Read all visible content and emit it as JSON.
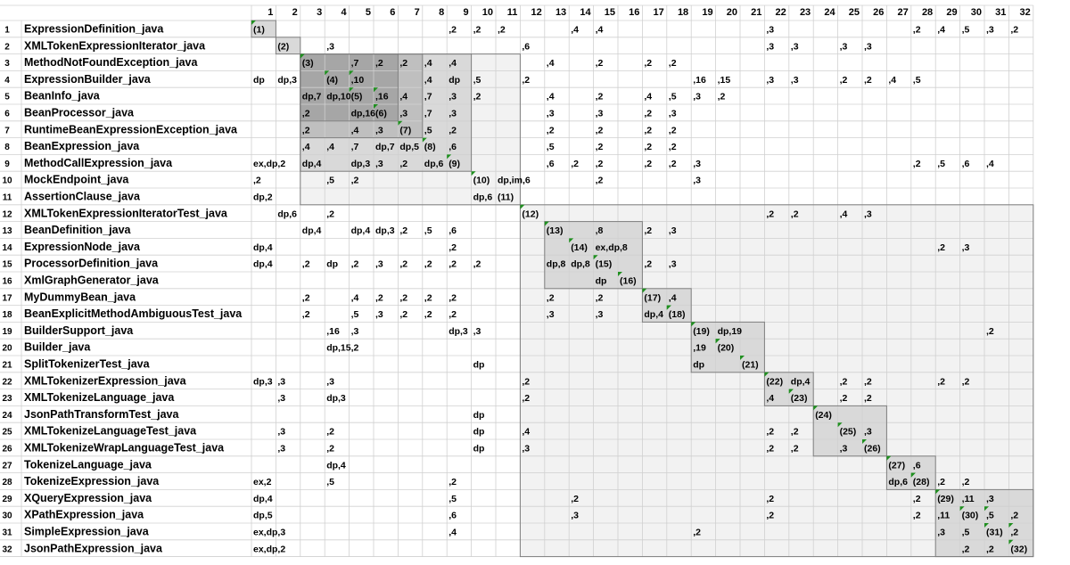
{
  "title": "",
  "columns": [
    "1",
    "2",
    "3",
    "4",
    "5",
    "6",
    "7",
    "8",
    "9",
    "10",
    "11",
    "12",
    "13",
    "14",
    "15",
    "16",
    "17",
    "18",
    "19",
    "20",
    "21",
    "22",
    "23",
    "24",
    "25",
    "26",
    "27",
    "28",
    "29",
    "30",
    "31",
    "32"
  ],
  "rows": [
    {
      "num": "1",
      "name": "ExpressionDefinition_java"
    },
    {
      "num": "2",
      "name": "XMLTokenExpressionIterator_java"
    },
    {
      "num": "3",
      "name": "MethodNotFoundException_java"
    },
    {
      "num": "4",
      "name": "ExpressionBuilder_java"
    },
    {
      "num": "5",
      "name": "BeanInfo_java"
    },
    {
      "num": "6",
      "name": "BeanProcessor_java"
    },
    {
      "num": "7",
      "name": "RuntimeBeanExpressionException_java"
    },
    {
      "num": "8",
      "name": "BeanExpression_java"
    },
    {
      "num": "9",
      "name": "MethodCallExpression_java"
    },
    {
      "num": "10",
      "name": "MockEndpoint_java"
    },
    {
      "num": "11",
      "name": "AssertionClause_java"
    },
    {
      "num": "12",
      "name": "XMLTokenExpressionIteratorTest_java"
    },
    {
      "num": "13",
      "name": "BeanDefinition_java"
    },
    {
      "num": "14",
      "name": "ExpressionNode_java"
    },
    {
      "num": "15",
      "name": "ProcessorDefinition_java"
    },
    {
      "num": "16",
      "name": "XmlGraphGenerator_java"
    },
    {
      "num": "17",
      "name": "MyDummyBean_java"
    },
    {
      "num": "18",
      "name": "BeanExplicitMethodAmbiguousTest_java"
    },
    {
      "num": "19",
      "name": "BuilderSupport_java"
    },
    {
      "num": "20",
      "name": "Builder_java"
    },
    {
      "num": "21",
      "name": "SplitTokenizerTest_java"
    },
    {
      "num": "22",
      "name": "XMLTokenizerExpression_java"
    },
    {
      "num": "23",
      "name": "XMLTokenizeLanguage_java"
    },
    {
      "num": "24",
      "name": "JsonPathTransformTest_java"
    },
    {
      "num": "25",
      "name": "XMLTokenizeLanguageTest_java"
    },
    {
      "num": "26",
      "name": "XMLTokenizeWrapLanguageTest_java"
    },
    {
      "num": "27",
      "name": "TokenizeLanguage_java"
    },
    {
      "num": "28",
      "name": "TokenizeExpression_java"
    },
    {
      "num": "29",
      "name": "XQueryExpression_java"
    },
    {
      "num": "30",
      "name": "XPathExpression_java"
    },
    {
      "num": "31",
      "name": "SimpleExpression_java"
    },
    {
      "num": "32",
      "name": "JsonPathExpression_java"
    }
  ],
  "cells": [
    [
      1,
      1,
      "(1)"
    ],
    [
      1,
      9,
      ",2"
    ],
    [
      1,
      10,
      ",2"
    ],
    [
      1,
      11,
      ",2"
    ],
    [
      1,
      14,
      ",4"
    ],
    [
      1,
      15,
      ",4"
    ],
    [
      1,
      22,
      ",3"
    ],
    [
      1,
      28,
      ",2"
    ],
    [
      1,
      29,
      ",4"
    ],
    [
      1,
      30,
      ",5"
    ],
    [
      1,
      31,
      ",3"
    ],
    [
      1,
      32,
      ",2"
    ],
    [
      2,
      2,
      "(2)"
    ],
    [
      2,
      4,
      ",3"
    ],
    [
      2,
      12,
      ",6"
    ],
    [
      2,
      22,
      ",3"
    ],
    [
      2,
      23,
      ",3"
    ],
    [
      2,
      25,
      ",3"
    ],
    [
      2,
      26,
      ",3"
    ],
    [
      3,
      3,
      "(3)"
    ],
    [
      3,
      5,
      ",7"
    ],
    [
      3,
      6,
      ",2"
    ],
    [
      3,
      7,
      ",2"
    ],
    [
      3,
      8,
      ",4"
    ],
    [
      3,
      9,
      ",4"
    ],
    [
      3,
      13,
      ",4"
    ],
    [
      3,
      15,
      ",2"
    ],
    [
      3,
      17,
      ",2"
    ],
    [
      3,
      18,
      ",2"
    ],
    [
      4,
      1,
      "dp"
    ],
    [
      4,
      2,
      "dp,3"
    ],
    [
      4,
      4,
      "(4)"
    ],
    [
      4,
      5,
      ",10"
    ],
    [
      4,
      8,
      ",4"
    ],
    [
      4,
      9,
      "dp"
    ],
    [
      4,
      10,
      ",5"
    ],
    [
      4,
      12,
      ",2"
    ],
    [
      4,
      19,
      ",16"
    ],
    [
      4,
      20,
      ",15"
    ],
    [
      4,
      22,
      ",3"
    ],
    [
      4,
      23,
      ",3"
    ],
    [
      4,
      25,
      ",2"
    ],
    [
      4,
      26,
      ",2"
    ],
    [
      4,
      27,
      ",4"
    ],
    [
      4,
      28,
      ",5"
    ],
    [
      5,
      3,
      "dp,7"
    ],
    [
      5,
      4,
      "dp,10"
    ],
    [
      5,
      5,
      "(5)"
    ],
    [
      5,
      6,
      ",16"
    ],
    [
      5,
      7,
      ",4"
    ],
    [
      5,
      8,
      ",7"
    ],
    [
      5,
      9,
      ",3"
    ],
    [
      5,
      10,
      ",2"
    ],
    [
      5,
      13,
      ",4"
    ],
    [
      5,
      15,
      ",2"
    ],
    [
      5,
      17,
      ",4"
    ],
    [
      5,
      18,
      ",5"
    ],
    [
      5,
      19,
      ",3"
    ],
    [
      5,
      20,
      ",2"
    ],
    [
      6,
      3,
      ",2"
    ],
    [
      6,
      5,
      "dp,16"
    ],
    [
      6,
      6,
      "(6)"
    ],
    [
      6,
      7,
      ",3"
    ],
    [
      6,
      8,
      ",7"
    ],
    [
      6,
      9,
      ",3"
    ],
    [
      6,
      13,
      ",3"
    ],
    [
      6,
      15,
      ",3"
    ],
    [
      6,
      17,
      ",2"
    ],
    [
      6,
      18,
      ",3"
    ],
    [
      7,
      3,
      ",2"
    ],
    [
      7,
      5,
      ",4"
    ],
    [
      7,
      6,
      ",3"
    ],
    [
      7,
      7,
      "(7)"
    ],
    [
      7,
      8,
      ",5"
    ],
    [
      7,
      9,
      ",2"
    ],
    [
      7,
      13,
      ",2"
    ],
    [
      7,
      15,
      ",2"
    ],
    [
      7,
      17,
      ",2"
    ],
    [
      7,
      18,
      ",2"
    ],
    [
      8,
      3,
      ",4"
    ],
    [
      8,
      4,
      ",4"
    ],
    [
      8,
      5,
      ",7"
    ],
    [
      8,
      6,
      "dp,7"
    ],
    [
      8,
      7,
      "dp,5"
    ],
    [
      8,
      8,
      "(8)"
    ],
    [
      8,
      9,
      ",6"
    ],
    [
      8,
      13,
      ",5"
    ],
    [
      8,
      15,
      ",2"
    ],
    [
      8,
      17,
      ",2"
    ],
    [
      8,
      18,
      ",2"
    ],
    [
      9,
      1,
      "ex,dp,2"
    ],
    [
      9,
      3,
      "dp,4"
    ],
    [
      9,
      5,
      "dp,3"
    ],
    [
      9,
      6,
      ",3"
    ],
    [
      9,
      7,
      ",2"
    ],
    [
      9,
      8,
      "dp,6"
    ],
    [
      9,
      9,
      "(9)"
    ],
    [
      9,
      13,
      ",6"
    ],
    [
      9,
      14,
      ",2"
    ],
    [
      9,
      15,
      ",2"
    ],
    [
      9,
      17,
      ",2"
    ],
    [
      9,
      18,
      ",2"
    ],
    [
      9,
      19,
      ",3"
    ],
    [
      9,
      28,
      ",2"
    ],
    [
      9,
      29,
      ",5"
    ],
    [
      9,
      30,
      ",6"
    ],
    [
      9,
      31,
      ",4"
    ],
    [
      10,
      1,
      ",2"
    ],
    [
      10,
      4,
      ",5"
    ],
    [
      10,
      5,
      ",2"
    ],
    [
      10,
      10,
      "(10)"
    ],
    [
      10,
      11,
      "dp,im,6"
    ],
    [
      10,
      15,
      ",2"
    ],
    [
      10,
      19,
      ",3"
    ],
    [
      11,
      1,
      "dp,2"
    ],
    [
      11,
      10,
      "dp,6"
    ],
    [
      11,
      11,
      "(11)"
    ],
    [
      12,
      2,
      "dp,6"
    ],
    [
      12,
      4,
      ",2"
    ],
    [
      12,
      12,
      "(12)"
    ],
    [
      12,
      22,
      ",2"
    ],
    [
      12,
      23,
      ",2"
    ],
    [
      12,
      25,
      ",4"
    ],
    [
      12,
      26,
      ",3"
    ],
    [
      13,
      3,
      "dp,4"
    ],
    [
      13,
      5,
      "dp,4"
    ],
    [
      13,
      6,
      "dp,3"
    ],
    [
      13,
      7,
      ",2"
    ],
    [
      13,
      8,
      ",5"
    ],
    [
      13,
      9,
      ",6"
    ],
    [
      13,
      13,
      "(13)"
    ],
    [
      13,
      15,
      ",8"
    ],
    [
      13,
      17,
      ",2"
    ],
    [
      13,
      18,
      ",3"
    ],
    [
      14,
      1,
      "dp,4"
    ],
    [
      14,
      9,
      ",2"
    ],
    [
      14,
      14,
      "(14)"
    ],
    [
      14,
      15,
      "ex,dp,8"
    ],
    [
      14,
      29,
      ",2"
    ],
    [
      14,
      30,
      ",3"
    ],
    [
      15,
      1,
      "dp,4"
    ],
    [
      15,
      3,
      ",2"
    ],
    [
      15,
      4,
      "dp"
    ],
    [
      15,
      5,
      ",2"
    ],
    [
      15,
      6,
      ",3"
    ],
    [
      15,
      7,
      ",2"
    ],
    [
      15,
      8,
      ",2"
    ],
    [
      15,
      9,
      ",2"
    ],
    [
      15,
      10,
      ",2"
    ],
    [
      15,
      13,
      "dp,8"
    ],
    [
      15,
      14,
      "dp,8"
    ],
    [
      15,
      15,
      "(15)"
    ],
    [
      15,
      17,
      ",2"
    ],
    [
      15,
      18,
      ",3"
    ],
    [
      16,
      15,
      "dp"
    ],
    [
      16,
      16,
      "(16)"
    ],
    [
      17,
      3,
      ",2"
    ],
    [
      17,
      5,
      ",4"
    ],
    [
      17,
      6,
      ",2"
    ],
    [
      17,
      7,
      ",2"
    ],
    [
      17,
      8,
      ",2"
    ],
    [
      17,
      9,
      ",2"
    ],
    [
      17,
      13,
      ",2"
    ],
    [
      17,
      15,
      ",2"
    ],
    [
      17,
      17,
      "(17)"
    ],
    [
      17,
      18,
      ",4"
    ],
    [
      18,
      3,
      ",2"
    ],
    [
      18,
      5,
      ",5"
    ],
    [
      18,
      6,
      ",3"
    ],
    [
      18,
      7,
      ",2"
    ],
    [
      18,
      8,
      ",2"
    ],
    [
      18,
      9,
      ",2"
    ],
    [
      18,
      13,
      ",3"
    ],
    [
      18,
      15,
      ",3"
    ],
    [
      18,
      17,
      "dp,4"
    ],
    [
      18,
      18,
      "(18)"
    ],
    [
      19,
      4,
      ",16"
    ],
    [
      19,
      5,
      ",3"
    ],
    [
      19,
      9,
      "dp,3"
    ],
    [
      19,
      10,
      ",3"
    ],
    [
      19,
      19,
      "(19)"
    ],
    [
      19,
      20,
      "dp,19"
    ],
    [
      19,
      31,
      ",2"
    ],
    [
      20,
      4,
      "dp,15"
    ],
    [
      20,
      5,
      ",2"
    ],
    [
      20,
      19,
      ",19"
    ],
    [
      20,
      20,
      "(20)"
    ],
    [
      21,
      10,
      "dp"
    ],
    [
      21,
      19,
      "dp"
    ],
    [
      21,
      21,
      "(21)"
    ],
    [
      22,
      1,
      "dp,3"
    ],
    [
      22,
      2,
      ",3"
    ],
    [
      22,
      4,
      ",3"
    ],
    [
      22,
      12,
      ",2"
    ],
    [
      22,
      22,
      "(22)"
    ],
    [
      22,
      23,
      "dp,4"
    ],
    [
      22,
      25,
      ",2"
    ],
    [
      22,
      26,
      ",2"
    ],
    [
      22,
      29,
      ",2"
    ],
    [
      22,
      30,
      ",2"
    ],
    [
      23,
      2,
      ",3"
    ],
    [
      23,
      4,
      "dp,3"
    ],
    [
      23,
      12,
      ",2"
    ],
    [
      23,
      22,
      ",4"
    ],
    [
      23,
      23,
      "(23)"
    ],
    [
      23,
      25,
      ",2"
    ],
    [
      23,
      26,
      ",2"
    ],
    [
      24,
      10,
      "dp"
    ],
    [
      24,
      24,
      "(24)"
    ],
    [
      25,
      2,
      ",3"
    ],
    [
      25,
      4,
      ",2"
    ],
    [
      25,
      10,
      "dp"
    ],
    [
      25,
      12,
      ",4"
    ],
    [
      25,
      22,
      ",2"
    ],
    [
      25,
      23,
      ",2"
    ],
    [
      25,
      25,
      "(25)"
    ],
    [
      25,
      26,
      ",3"
    ],
    [
      26,
      2,
      ",3"
    ],
    [
      26,
      4,
      ",2"
    ],
    [
      26,
      10,
      "dp"
    ],
    [
      26,
      12,
      ",3"
    ],
    [
      26,
      22,
      ",2"
    ],
    [
      26,
      23,
      ",2"
    ],
    [
      26,
      25,
      ",3"
    ],
    [
      26,
      26,
      "(26)"
    ],
    [
      27,
      4,
      "dp,4"
    ],
    [
      27,
      27,
      "(27)"
    ],
    [
      27,
      28,
      ",6"
    ],
    [
      28,
      1,
      "ex,2"
    ],
    [
      28,
      4,
      ",5"
    ],
    [
      28,
      9,
      ",2"
    ],
    [
      28,
      27,
      "dp,6"
    ],
    [
      28,
      28,
      "(28)"
    ],
    [
      28,
      29,
      ",2"
    ],
    [
      28,
      30,
      ",2"
    ],
    [
      29,
      1,
      "dp,4"
    ],
    [
      29,
      9,
      ",5"
    ],
    [
      29,
      14,
      ",2"
    ],
    [
      29,
      22,
      ",2"
    ],
    [
      29,
      28,
      ",2"
    ],
    [
      29,
      29,
      "(29)"
    ],
    [
      29,
      30,
      ",11"
    ],
    [
      29,
      31,
      ",3"
    ],
    [
      30,
      1,
      "dp,5"
    ],
    [
      30,
      9,
      ",6"
    ],
    [
      30,
      14,
      ",3"
    ],
    [
      30,
      22,
      ",2"
    ],
    [
      30,
      28,
      ",2"
    ],
    [
      30,
      29,
      ",11"
    ],
    [
      30,
      30,
      "(30)"
    ],
    [
      30,
      31,
      ",5"
    ],
    [
      30,
      32,
      ",2"
    ],
    [
      31,
      1,
      "ex,dp,3"
    ],
    [
      31,
      9,
      ",4"
    ],
    [
      31,
      19,
      ",2"
    ],
    [
      31,
      29,
      ",3"
    ],
    [
      31,
      30,
      ",5"
    ],
    [
      31,
      31,
      "(31)"
    ],
    [
      31,
      32,
      ",2"
    ],
    [
      32,
      1,
      "ex,dp,2"
    ],
    [
      32,
      30,
      ",2"
    ],
    [
      32,
      31,
      ",2"
    ],
    [
      32,
      32,
      "(32)"
    ]
  ],
  "blocks": [
    {
      "from": 1,
      "to": 1,
      "fill": "#d9d9d9"
    },
    {
      "from": 2,
      "to": 2,
      "fill": "#d9d9d9"
    },
    {
      "from": 3,
      "to": 11,
      "fill": "#f2f2f2"
    },
    {
      "from": 3,
      "to": 9,
      "fill": "#d9d9d9"
    },
    {
      "from": 3,
      "to": 7,
      "fill": "#bfbfbf"
    },
    {
      "from": 3,
      "to": 6,
      "fill": "#a6a6a6"
    },
    {
      "from": 12,
      "to": 32,
      "fill": "#f2f2f2"
    },
    {
      "from": 13,
      "to": 16,
      "fill": "#d9d9d9"
    },
    {
      "from": 17,
      "to": 18,
      "fill": "#d9d9d9"
    },
    {
      "from": 19,
      "to": 21,
      "fill": "#d9d9d9"
    },
    {
      "from": 22,
      "to": 23,
      "fill": "#d9d9d9"
    },
    {
      "from": 24,
      "to": 26,
      "fill": "#d9d9d9"
    },
    {
      "from": 27,
      "to": 28,
      "fill": "#d9d9d9"
    },
    {
      "from": 29,
      "to": 32,
      "fill": "#d9d9d9"
    }
  ],
  "corner_markers": [
    [
      1,
      1
    ],
    [
      3,
      3
    ],
    [
      4,
      4
    ],
    [
      5,
      5
    ],
    [
      6,
      6
    ],
    [
      7,
      7
    ],
    [
      8,
      8
    ],
    [
      9,
      9
    ],
    [
      10,
      10
    ],
    [
      12,
      12
    ],
    [
      13,
      13
    ],
    [
      14,
      14
    ],
    [
      15,
      15
    ],
    [
      16,
      16
    ],
    [
      17,
      17
    ],
    [
      18,
      18
    ],
    [
      19,
      19
    ],
    [
      20,
      20
    ],
    [
      21,
      21
    ],
    [
      22,
      22
    ],
    [
      23,
      23
    ],
    [
      24,
      24
    ],
    [
      25,
      25
    ],
    [
      26,
      26
    ],
    [
      27,
      27
    ],
    [
      28,
      28
    ],
    [
      29,
      29
    ],
    [
      30,
      30
    ],
    [
      31,
      31
    ],
    [
      32,
      32
    ],
    [
      4,
      5
    ],
    [
      5,
      6
    ],
    [
      18,
      18
    ],
    [
      20,
      20
    ],
    [
      23,
      23
    ],
    [
      28,
      28
    ],
    [
      30,
      31
    ],
    [
      31,
      32
    ]
  ],
  "colors": {
    "grid": "#d0d0d0",
    "block_border": "#7f7f7f",
    "marker": "#1f8f1f",
    "text": "#000000"
  }
}
